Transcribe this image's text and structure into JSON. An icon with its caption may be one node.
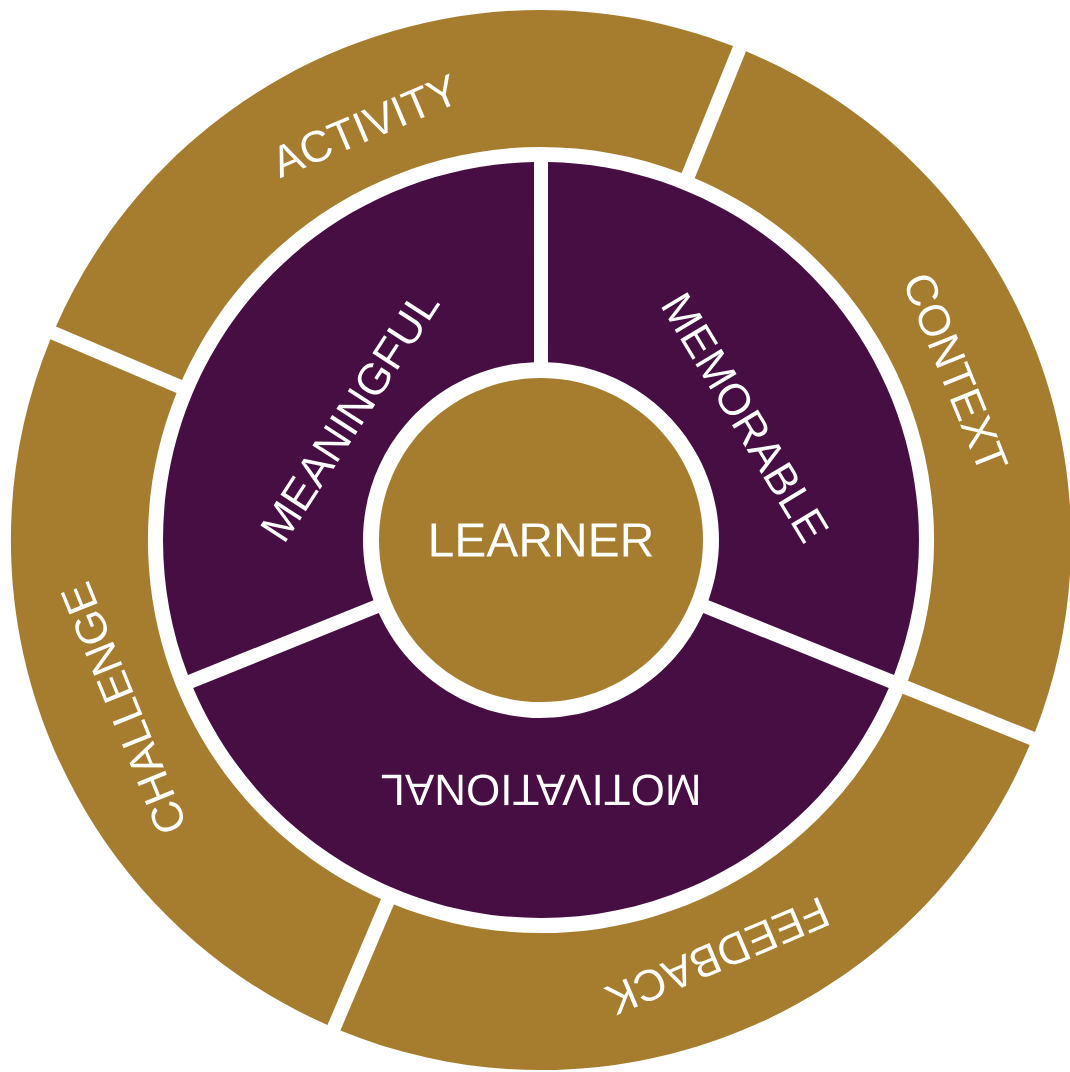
{
  "diagram": {
    "nodes": [
      {
        "text": [
          "ACTIVITY"
        ]
      },
      {
        "text": [
          "CONTEXT"
        ]
      },
      {
        "text": [
          "MEANINGFUL"
        ]
      },
      {
        "text": [
          "MEMORABLE"
        ]
      },
      {
        "text": [
          "LEARNER"
        ]
      },
      {
        "text": [
          "MOTIVATIONAL"
        ]
      },
      {
        "text": [
          "CHALLENGE"
        ]
      },
      {
        "text": [
          "FEEDBACK"
        ]
      }
    ]
  }
}
